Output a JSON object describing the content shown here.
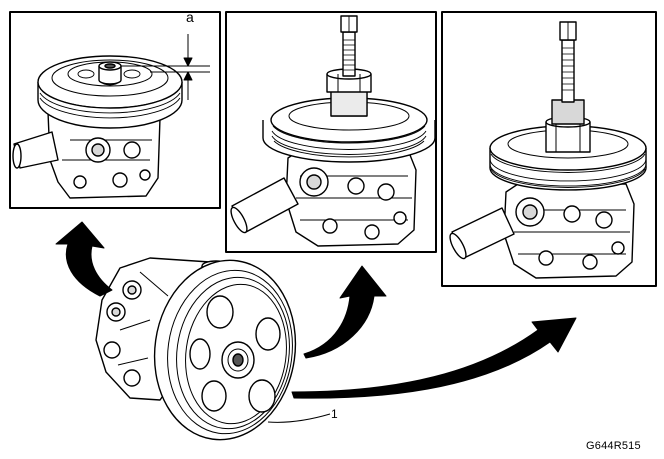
{
  "callouts": {
    "dimension_label": "a",
    "part_number": "1"
  },
  "figure_id": "G644R515",
  "colors": {
    "line": "#000000",
    "fill": "#ffffff",
    "shade": "#d8d8d8",
    "dark": "#555555"
  },
  "panels": [
    {
      "name": "measure-pulley-height"
    },
    {
      "name": "install-puller-on-pulley"
    },
    {
      "name": "press-pulley-onto-shaft"
    }
  ]
}
